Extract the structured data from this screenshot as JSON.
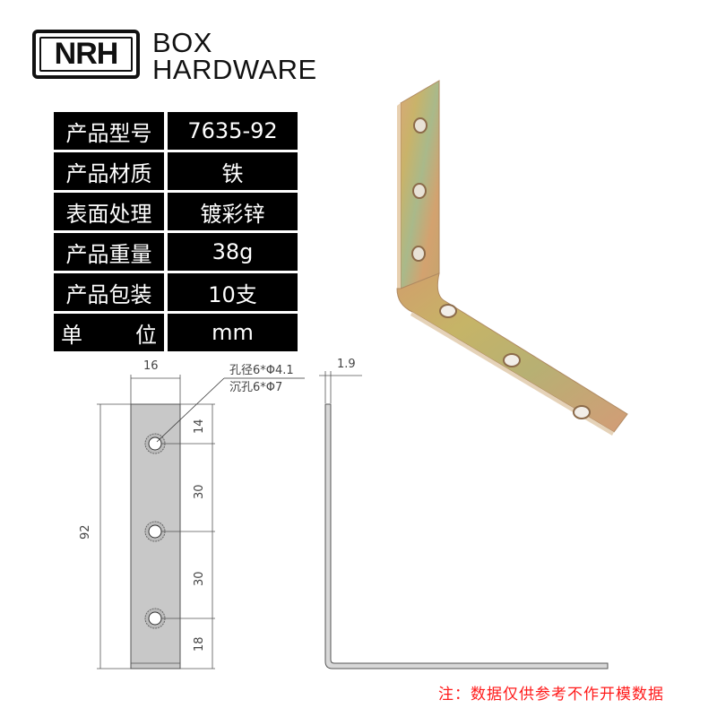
{
  "brand": {
    "logo_mark": "NRH",
    "line1": "BOX",
    "line2": "HARDWARE"
  },
  "specs": [
    {
      "label": "产品型号",
      "value": "7635-92"
    },
    {
      "label": "产品材质",
      "value": "铁"
    },
    {
      "label": "表面处理",
      "value": "镀彩锌"
    },
    {
      "label": "产品重量",
      "value": "38g"
    },
    {
      "label": "产品包装",
      "value": "10支"
    },
    {
      "label_left": "单",
      "label_right": "位",
      "value": "mm"
    }
  ],
  "drawing": {
    "width_dim": "16",
    "length_dim": "92",
    "thickness_dim": "1.9",
    "hole_note_1": "孔径6*Φ4.1",
    "hole_note_2": "沉孔6*Φ7",
    "spacing_dims": [
      "14",
      "30",
      "30",
      "18"
    ]
  },
  "product_photo": {
    "description": "L-shaped corner bracket, color zinc plated, 6 countersunk holes"
  },
  "footer_note": "注：数据仅供参考不作开模数据",
  "colors": {
    "note_red": "#ff1a1a",
    "table_bg": "#000000",
    "plate_gray": "#c8c8c8"
  }
}
